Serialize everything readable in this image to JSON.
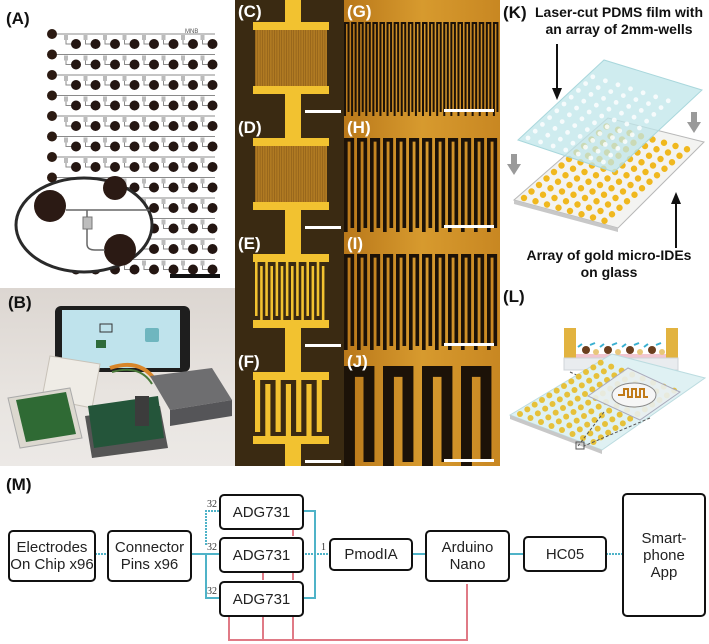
{
  "figure": {
    "panels": {
      "A": {
        "label": "(A)",
        "chip_text": "MNB",
        "description": "electrode-array-chip-with-inset"
      },
      "B": {
        "label": "(B)",
        "description": "device-photo-with-smartphone"
      },
      "C": {
        "label": "(C)"
      },
      "D": {
        "label": "(D)"
      },
      "E": {
        "label": "(E)"
      },
      "F": {
        "label": "(F)"
      },
      "G": {
        "label": "(G)"
      },
      "H": {
        "label": "(H)"
      },
      "I": {
        "label": "(I)"
      },
      "J": {
        "label": "(J)"
      },
      "K": {
        "label": "(K)",
        "top_text_line1": "Laser-cut PDMS film with",
        "top_text_line2": "an array of 2mm-wells",
        "bottom_text_line1": "Array of gold micro-IDEs",
        "bottom_text_line2": "on glass"
      },
      "L": {
        "label": "(L)"
      },
      "M": {
        "label": "(M)",
        "blocks": {
          "electrodes": "Electrodes\nOn Chip x96",
          "electrodes_l1": "Electrodes",
          "electrodes_l2": "On Chip x96",
          "connector_l1": "Connector",
          "connector_l2": "Pins x96",
          "mux1": "ADG731",
          "mux2": "ADG731",
          "mux3": "ADG731",
          "pmod": "PmodIA",
          "arduino_l1": "Arduino",
          "arduino_l2": "Nano",
          "hc05": "HC05",
          "app_l1": "Smart-",
          "app_l2": "phone",
          "app_l3": "App"
        },
        "channel_counts": {
          "mux1": "32",
          "mux2": "32",
          "mux3": "32",
          "pmod_in": "1"
        },
        "colors": {
          "signal_line": "#4fb3c8",
          "control_line": "#e07a86",
          "box_border": "#111111"
        }
      }
    },
    "colors": {
      "gold": "#f2c230",
      "dark_substrate": "#3a2a12",
      "gold_film": "#c98a24"
    }
  }
}
